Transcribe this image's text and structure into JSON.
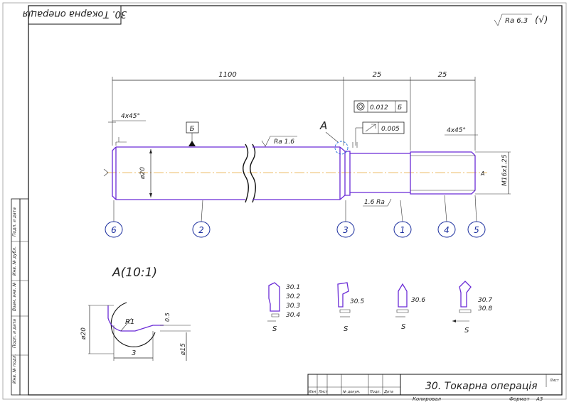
{
  "stamp_title": "30. Токарна операція",
  "roughness_general": "Ra 6.3",
  "roughness_other": "(√)",
  "dimensions": {
    "length_total": "1100",
    "length_mid": "25",
    "length_right": "25",
    "chamfer_left": "4x45°",
    "chamfer_right": "4x45°",
    "diameter_main": "ø20",
    "thread": "M16x1.25",
    "surface_ra": "Ra 1.6",
    "surface_ra_small": "1.6 Ra",
    "datum_letter": "Б",
    "section_letter": "A",
    "tol_circ_value": "0.012",
    "tol_circ_datum": "Б",
    "tol_runout_value": "0.005"
  },
  "callouts": [
    "6",
    "2",
    "3",
    "1",
    "4",
    "5"
  ],
  "detail": {
    "title": "A(10:1)",
    "radius": "R1",
    "depth": "0.5",
    "width": "3",
    "dia_outer": "ø20",
    "dia_inner": "ø15"
  },
  "tools": [
    {
      "labels": [
        "30.1",
        "30.2",
        "30.3",
        "30.4"
      ],
      "feed": "S"
    },
    {
      "labels": [
        "30.5"
      ],
      "feed": "S"
    },
    {
      "labels": [
        "30.6"
      ],
      "feed": "S"
    },
    {
      "labels": [
        "30.7",
        "30.8"
      ],
      "feed": "S"
    }
  ],
  "title_block": {
    "operation": "30. Токарна операція",
    "col_headers": [
      "Изм",
      "Лист",
      "№ докум.",
      "Подп.",
      "Дата"
    ],
    "lit": "Лист",
    "copied": "Копировал",
    "format_label": "Формат",
    "format_value": "А3"
  },
  "side_stamp": [
    "Инв. № подл.",
    "Подп. и дата",
    "Взам. инв. №",
    "Инв. № дубл.",
    "Подп. и дата"
  ]
}
